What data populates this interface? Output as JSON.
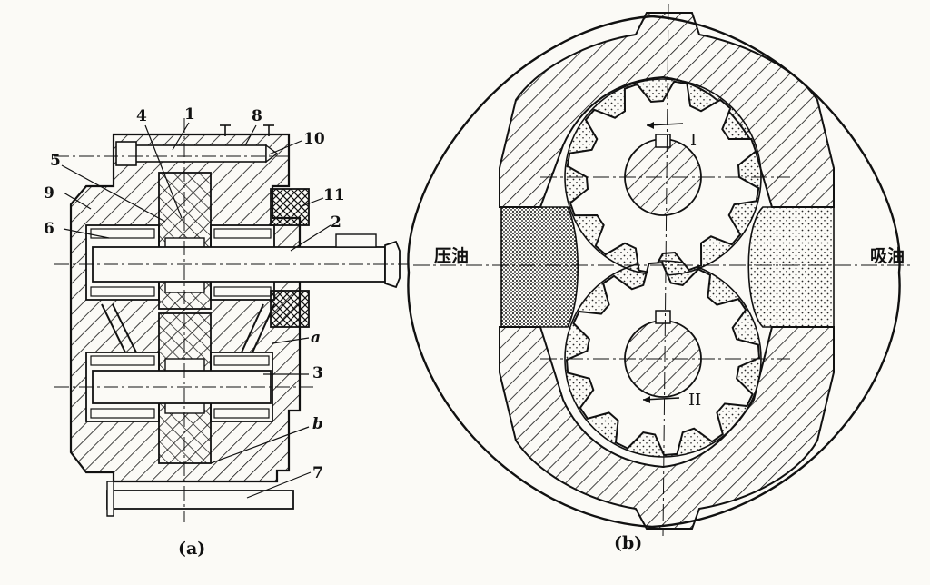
{
  "figure_a": {
    "caption": "(a)",
    "labels": {
      "n1": "1",
      "n2": "2",
      "n3": "3",
      "n4": "4",
      "n5": "5",
      "n6": "6",
      "n7": "7",
      "n8": "8",
      "n9": "9",
      "n10": "10",
      "n11": "11",
      "la": "a",
      "lb": "b"
    }
  },
  "figure_b": {
    "caption": "(b)",
    "discharge_label": "压油",
    "suction_label": "吸油",
    "gear_top_label": "I",
    "gear_bottom_label": "II"
  },
  "colors": {
    "ink": "#111111",
    "paper": "#fbfaf6"
  }
}
